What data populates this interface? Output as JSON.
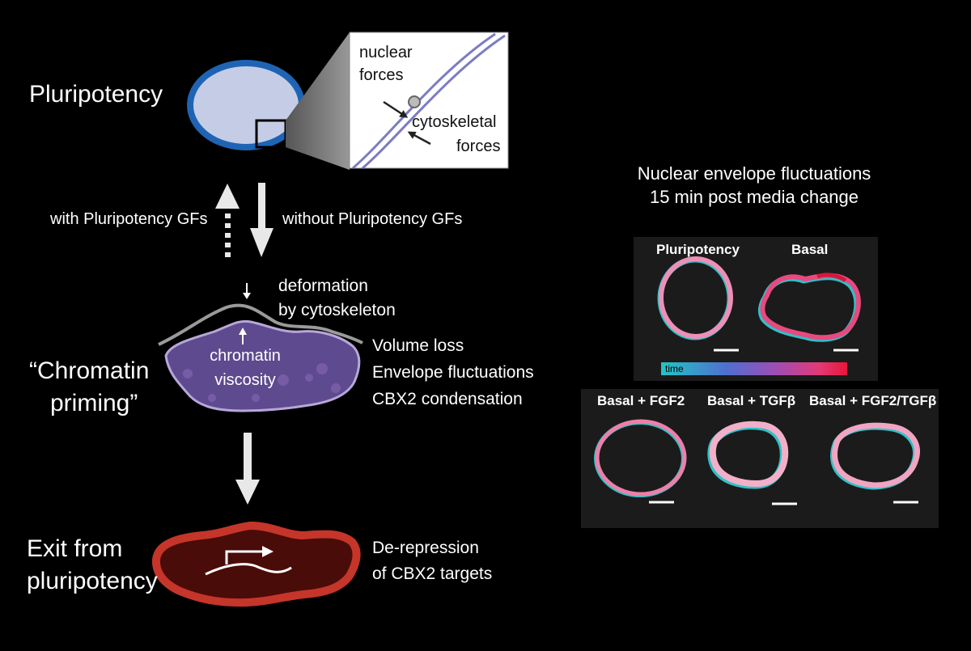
{
  "stages": {
    "pluripotency": "Pluripotency",
    "priming_line1": "“Chromatin",
    "priming_line2": "priming”",
    "exit_line1": "Exit from",
    "exit_line2": "pluripotency"
  },
  "inset": {
    "nuclear_line1": "nuclear",
    "nuclear_line2": "forces",
    "cyto_line1": "cytoskeletal",
    "cyto_line2": "forces"
  },
  "arrows": {
    "with_gfs": "with Pluripotency GFs",
    "without_gfs": "without Pluripotency GFs"
  },
  "deformation": {
    "line1": "deformation",
    "line2": "by cytoskeleton"
  },
  "chromatin": {
    "line1": "chromatin",
    "line2": "viscosity"
  },
  "priming_effects": [
    "Volume loss",
    "Envelope fluctuations",
    "CBX2 condensation"
  ],
  "exit_effects": [
    "De-repression",
    "of CBX2 targets"
  ],
  "panel": {
    "title_line1": "Nuclear envelope fluctuations",
    "title_line2": "15 min post media change",
    "conditions": [
      "Pluripotency",
      "Basal",
      "Basal + FGF2",
      "Basal + TGFβ",
      "Basal + FGF2/TGFβ"
    ],
    "colorbar_label": "time"
  },
  "colors": {
    "nucleus_fill": "#c5cde6",
    "nucleus_border": "#1f64b4",
    "primed_fill": "#5e4a8e",
    "exit_fill": "#4a0c08",
    "exit_border": "#c5352a",
    "arrow": "#e8e8e8"
  }
}
